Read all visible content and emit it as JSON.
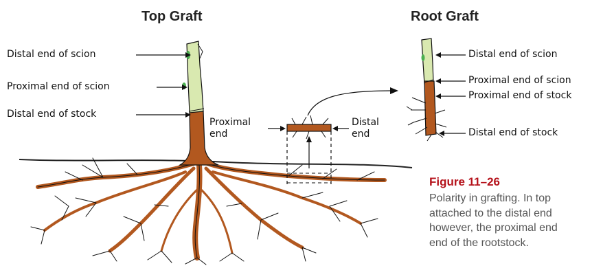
{
  "top_graft": {
    "heading": "Top Graft",
    "labels": {
      "distal_scion": "Distal end of scion",
      "proximal_scion": "Proximal end of scion",
      "distal_stock": "Distal end of stock"
    }
  },
  "cutting": {
    "proximal_line1": "Proximal",
    "proximal_line2": "end",
    "distal_line1": "Distal",
    "distal_line2": "end"
  },
  "root_graft": {
    "heading": "Root Graft",
    "labels": {
      "distal_scion": "Distal end of scion",
      "proximal_scion": "Proximal end of scion",
      "proximal_stock": "Proximal end of stock",
      "distal_stock": "Distal end of stock"
    }
  },
  "figure": {
    "title": "Figure 11–26",
    "caption_lines": [
      "Polarity in grafting. In top",
      "attached to the distal end",
      "however, the proximal end",
      "end of the rootstock."
    ]
  },
  "colors": {
    "stock": "#b2581f",
    "scion": "#d9e9b0",
    "bud": "#4caf50",
    "figure_title": "#b5121b"
  }
}
